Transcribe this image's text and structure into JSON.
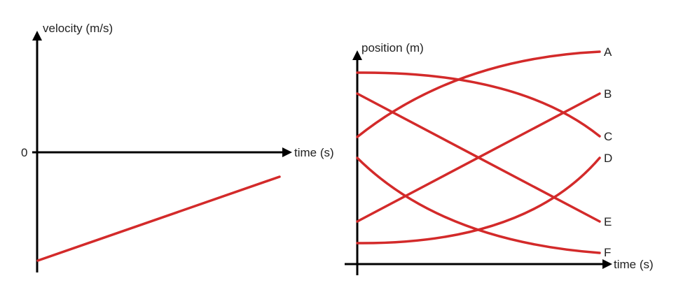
{
  "colors": {
    "axis": "#000000",
    "curve": "#d32a2a",
    "text": "#222222"
  },
  "velocity_graph": {
    "y_axis_label": "velocity (m/s)",
    "x_axis_label": "time (s)",
    "zero_label": "0"
  },
  "position_graph": {
    "y_axis_label": "position (m)",
    "x_axis_label": "time (s)",
    "curves": [
      {
        "label": "A"
      },
      {
        "label": "B"
      },
      {
        "label": "C"
      },
      {
        "label": "D"
      },
      {
        "label": "E"
      },
      {
        "label": "F"
      }
    ]
  }
}
